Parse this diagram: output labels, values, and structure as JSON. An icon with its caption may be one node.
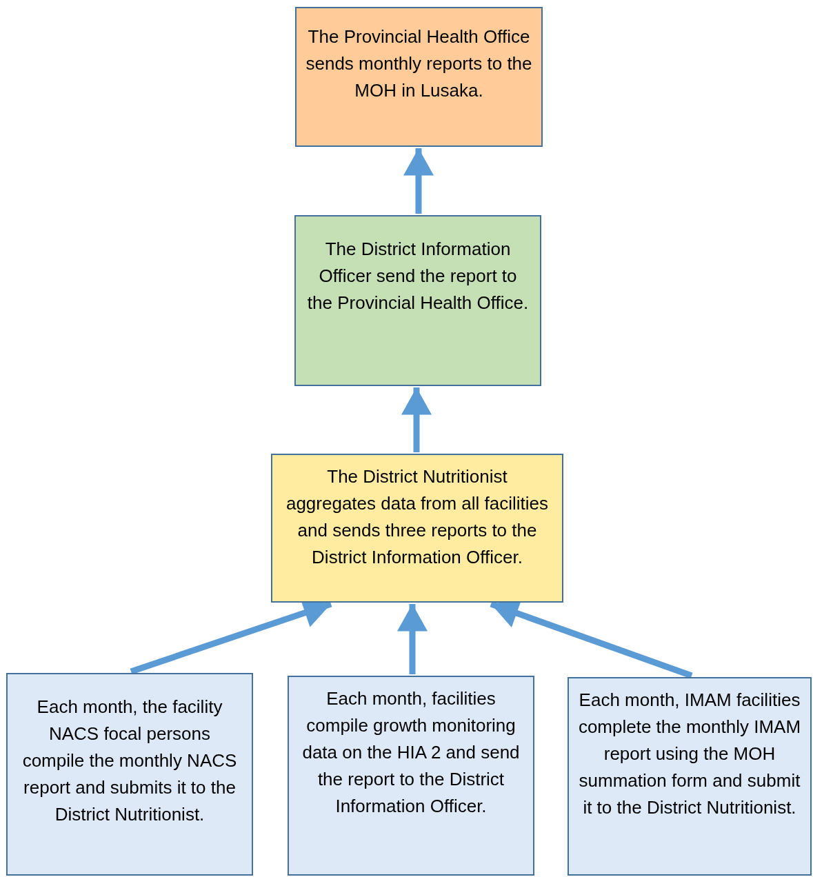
{
  "diagram": {
    "nodes": [
      {
        "text": [
          "The Provincial Health Office sends monthly reports to the MOH in Lusaka."
        ]
      },
      {
        "text": [
          "The District Information Officer send the report to the Provincial Health Office."
        ]
      },
      {
        "text": [
          "The District Nutritionist aggregates data from all facilities and sends three reports to the District Information Officer."
        ]
      },
      {
        "text": [
          "Each month, the facility NACS focal persons compile the monthly NACS report and submits it to the District Nutritionist."
        ]
      },
      {
        "text": [
          "Each month, facilities compile growth monitoring data on the HIA 2 and send the report to the District Information Officer."
        ]
      },
      {
        "text": [
          "Each month, IMAM facilities complete the monthly IMAM report using the MOH summation form and submit it to the District Nutritionist."
        ]
      }
    ],
    "edges": [
      {
        "from": 1,
        "to": 0,
        "arrow": "to"
      },
      {
        "from": 2,
        "to": 1,
        "arrow": "to"
      },
      {
        "from": 3,
        "to": 2,
        "arrow": "to"
      },
      {
        "from": 4,
        "to": 2,
        "arrow": "to"
      },
      {
        "from": 5,
        "to": 2,
        "arrow": "to"
      }
    ]
  }
}
